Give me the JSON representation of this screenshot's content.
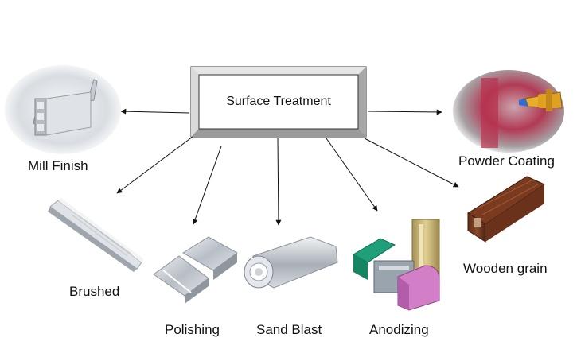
{
  "diagram": {
    "center": {
      "label": "Surface Treatment"
    },
    "nodes": [
      {
        "key": "mill-finish",
        "label": "Mill Finish"
      },
      {
        "key": "brushed",
        "label": "Brushed"
      },
      {
        "key": "polishing",
        "label": "Polishing"
      },
      {
        "key": "sand-blast",
        "label": "Sand Blast"
      },
      {
        "key": "anodizing",
        "label": "Anodizing"
      },
      {
        "key": "wooden-grain",
        "label": "Wooden grain"
      },
      {
        "key": "powder-coating",
        "label": "Powder Coating"
      }
    ]
  }
}
